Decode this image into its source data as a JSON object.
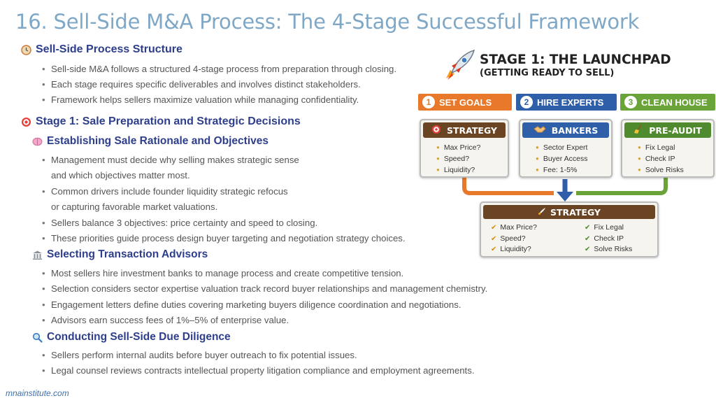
{
  "title": "16. Sell-Side M&A Process: The 4-Stage Successful Framework",
  "sections": {
    "structure": {
      "heading": "Sell-Side Process Structure",
      "bullets": [
        "Sell-side M&A follows a structured 4-stage process from preparation through closing.",
        "Each stage requires specific deliverables and involves distinct stakeholders.",
        "Framework helps sellers maximize valuation while managing confidentiality."
      ]
    },
    "stage1": {
      "heading": "Stage 1: Sale Preparation and Strategic Decisions",
      "rationale": {
        "heading": "Establishing Sale Rationale and Objectives",
        "b1a": "Management must decide why selling makes strategic sense",
        "b1b": "and which objectives matter most.",
        "b2a": "Common drivers include founder liquidity strategic refocus",
        "b2b": "or capturing favorable market valuations.",
        "b3": "Sellers balance 3 objectives: price certainty and speed to closing.",
        "b4": "These priorities guide process design buyer targeting and negotiation strategy choices."
      },
      "advisors": {
        "heading": "Selecting Transaction Advisors",
        "bullets": [
          "Most sellers hire investment banks to manage process and create competitive tension.",
          "Selection considers sector expertise valuation track record buyer relationships and management chemistry.",
          "Engagement letters define duties covering marketing buyers diligence coordination and negotiations.",
          "Advisors earn success fees of 1%–5% of enterprise value."
        ]
      },
      "diligence": {
        "heading": "Conducting Sell-Side Due Diligence",
        "bullets": [
          "Sellers perform internal audits before buyer outreach to fix potential issues.",
          "Legal counsel reviews contracts intellectual property litigation compliance and employment agreements."
        ]
      }
    }
  },
  "graphic": {
    "title": "STAGE 1: THE LAUNCHPAD",
    "subtitle": "(GETTING READY TO SELL)",
    "tabs": [
      {
        "num": "1",
        "label": "SET GOALS",
        "color": "#e8782a"
      },
      {
        "num": "2",
        "label": "HIRE EXPERTS",
        "color": "#2f5fa8"
      },
      {
        "num": "3",
        "label": "CLEAN HOUSE",
        "color": "#6aa338"
      }
    ],
    "cards": [
      {
        "title": "STRATEGY",
        "icon": "target-icon",
        "color": "#6b4423",
        "items": [
          "Max Price?",
          "Speed?",
          "Liquidity?"
        ]
      },
      {
        "title": "BANKERS",
        "icon": "handshake-icon",
        "color": "#2f5fa8",
        "items": [
          "Sector Expert",
          "Buyer Access",
          "Fee: 1-5%"
        ]
      },
      {
        "title": "PRE-AUDIT",
        "icon": "broom-icon",
        "color": "#4f8a2e",
        "items": [
          "Fix Legal",
          "Check IP",
          "Solve Risks"
        ]
      }
    ],
    "summary": {
      "title": "STRATEGY",
      "left": [
        "Max Price?",
        "Speed?",
        "Liquidity?"
      ],
      "right": [
        "Fix Legal",
        "Check IP",
        "Solve Risks"
      ]
    }
  },
  "footer": "mnainstitute.com",
  "icons": [
    "clock-icon",
    "target-icon",
    "brain-icon",
    "bank-icon",
    "magnifier-icon",
    "rocket-icon"
  ]
}
